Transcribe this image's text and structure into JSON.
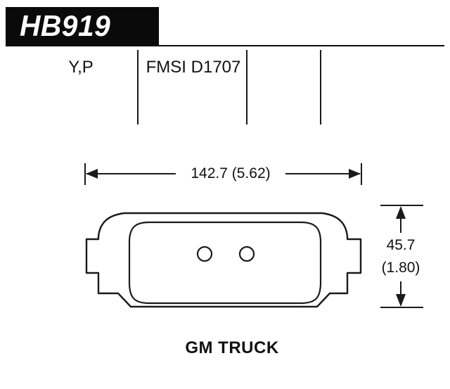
{
  "header": {
    "part_number": "HB919"
  },
  "spec_strip": {
    "compound_codes": "Y,P",
    "fmsi_number": "FMSI D1707"
  },
  "dimensions": {
    "width_label": "142.7 (5.62)",
    "height_value": "45.7",
    "height_paren": "(1.80)"
  },
  "footer": {
    "vehicle_application": "GM TRUCK"
  },
  "colors": {
    "ink": "#1a1a1a",
    "part_box_bg": "#0a0a0a",
    "background": "#ffffff"
  }
}
